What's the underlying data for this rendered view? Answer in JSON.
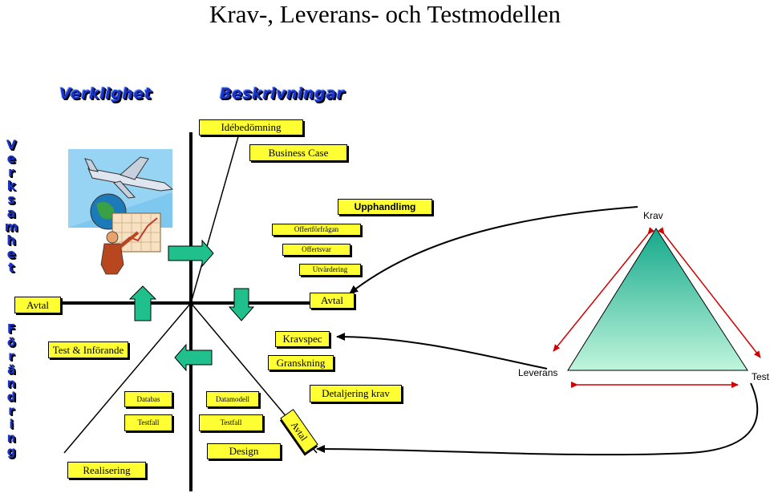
{
  "title": "Krav-, Leverans- och Testmodellen",
  "headings": {
    "left": "Verklighet",
    "right": "Beskrivningar"
  },
  "side_labels": {
    "top": "Verksamhet",
    "bottom": "Förändring"
  },
  "boxes": {
    "idebedomning": "Idébedömning",
    "business_case": "Business Case",
    "upphandling": "Upphandlimg",
    "offertforfragan": "Offertförfrågan",
    "offertsvar": "Offertsvar",
    "utvardering": "Utvärdering",
    "avtal_left": "Avtal",
    "avtal_right": "Avtal",
    "kravspec": "Kravspec",
    "granskning": "Granskning",
    "detaljering": "Detaljering krav",
    "test_inforande": "Test & Införande",
    "databas": "Databas",
    "datamodell": "Datamodell",
    "testfall_left": "Testfall",
    "testfall_right": "Testfall",
    "design": "Design",
    "realisering": "Realisering",
    "avtal_rotated": "Avtal"
  },
  "triangle": {
    "top": "Krav",
    "left": "Leverans",
    "right": "Test"
  },
  "colors": {
    "box_fill": "#ffff33",
    "triangle_top": "#14a88a",
    "triangle_bottom": "#bff5dc",
    "arrow_fill": "#20c08c",
    "wordart": "#1a33c8"
  }
}
